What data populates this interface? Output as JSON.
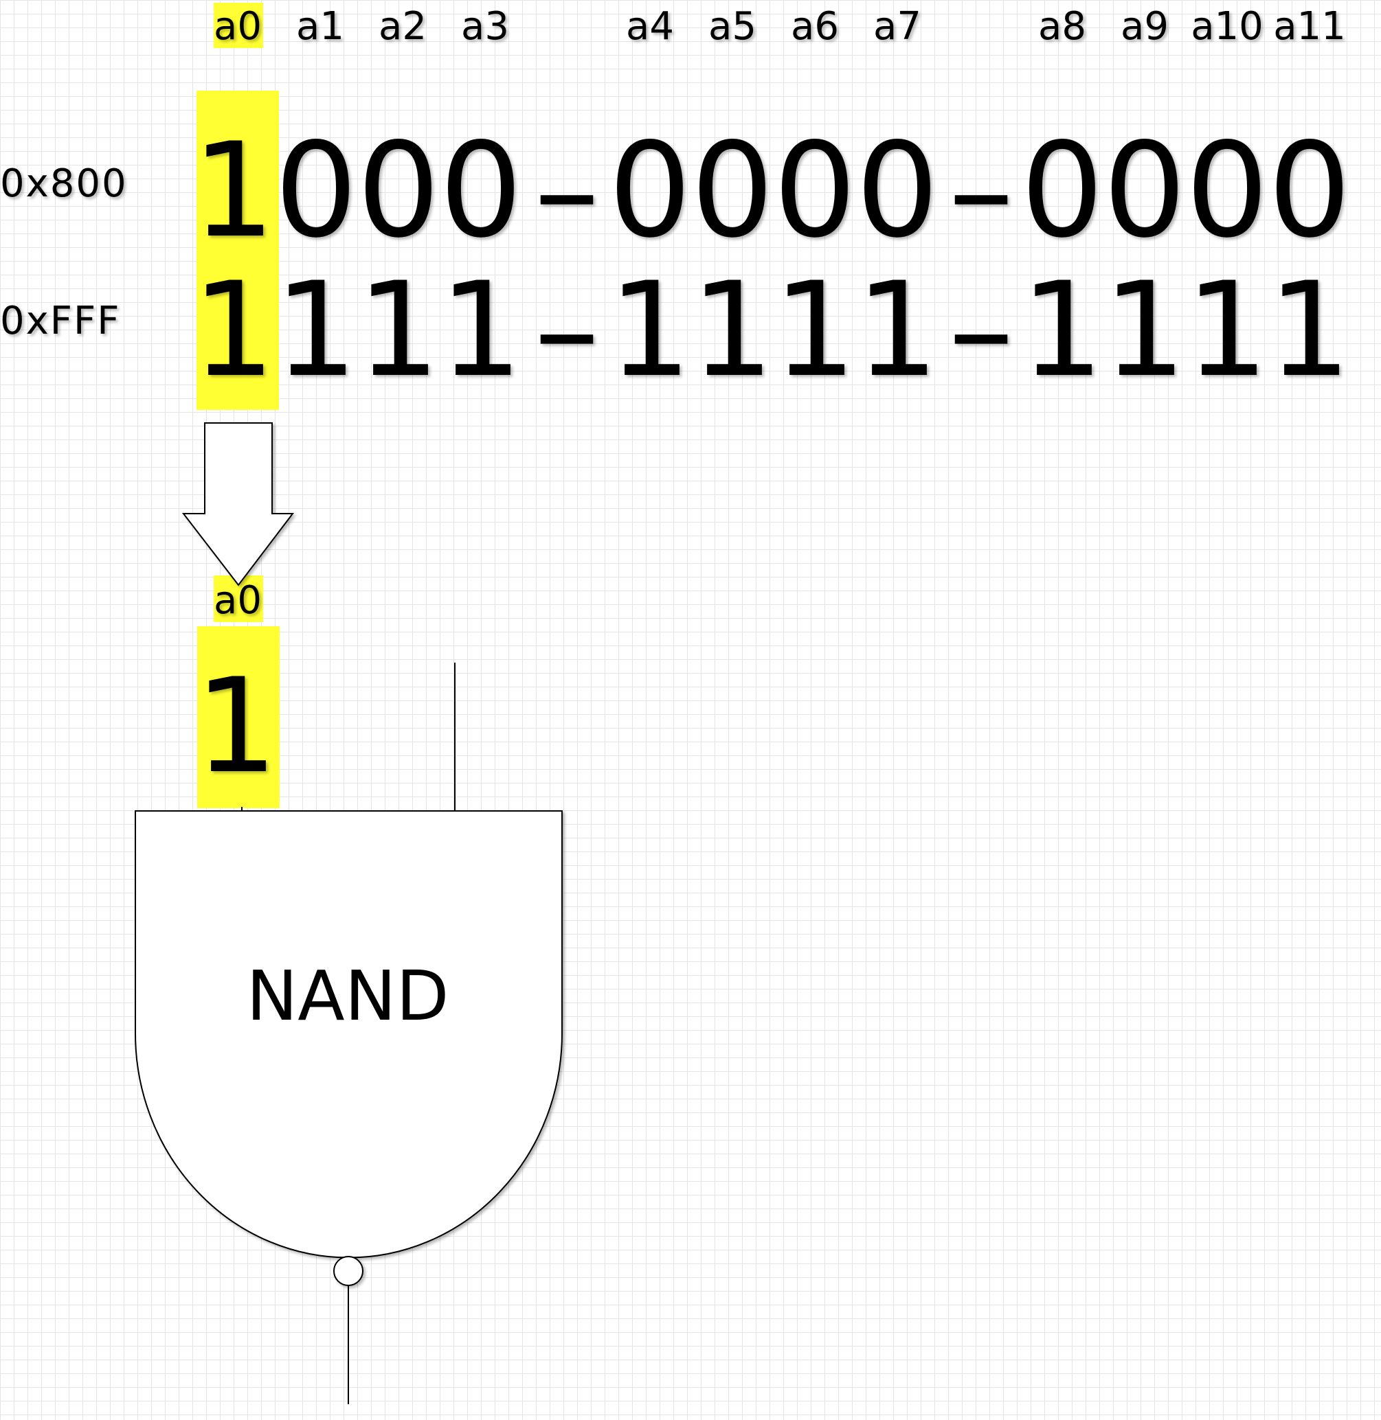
{
  "bit_labels": [
    "a0",
    "a1",
    "a2",
    "a3",
    "a4",
    "a5",
    "a6",
    "a7",
    "a8",
    "a9",
    "a10",
    "a11"
  ],
  "rows": [
    {
      "hex": "0x800",
      "digits": [
        "1",
        "0",
        "0",
        "0",
        "–",
        "0",
        "0",
        "0",
        "0",
        "–",
        "0",
        "0",
        "0",
        "0"
      ]
    },
    {
      "hex": "0xFFF",
      "digits": [
        "1",
        "1",
        "1",
        "1",
        "–",
        "1",
        "1",
        "1",
        "1",
        "–",
        "1",
        "1",
        "1",
        "1"
      ]
    }
  ],
  "selected_bit": {
    "label": "a0",
    "value": "1"
  },
  "gate": {
    "label": "NAND"
  },
  "colors": {
    "highlight": "#ffff33",
    "grid": "#e4e4e4",
    "text": "#000000"
  }
}
